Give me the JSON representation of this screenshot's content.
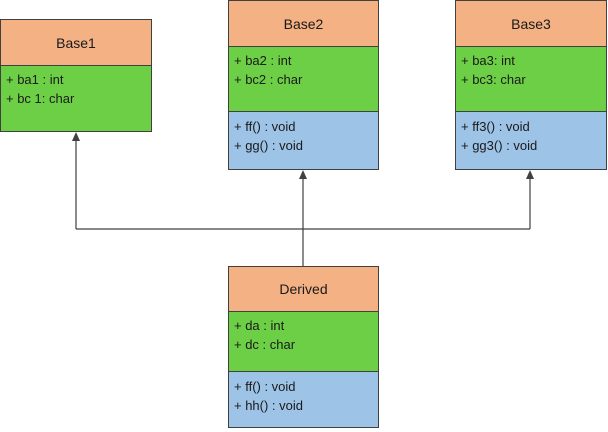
{
  "colors": {
    "header": "#f4b183",
    "attributes": "#6dcf45",
    "operations": "#9dc3e6",
    "line": "#404040"
  },
  "classes": [
    {
      "key": "base1",
      "name": "Base1",
      "attributes": [
        "+ ba1 : int",
        "+ bc 1: char"
      ],
      "operations": []
    },
    {
      "key": "base2",
      "name": "Base2",
      "attributes": [
        "+ ba2 : int",
        "+ bc2 : char"
      ],
      "operations": [
        "+ ff() : void",
        "+ gg() : void"
      ]
    },
    {
      "key": "base3",
      "name": "Base3",
      "attributes": [
        "+ ba3: int",
        "+ bc3: char"
      ],
      "operations": [
        "+ ff3() : void",
        "+ gg3() : void"
      ]
    },
    {
      "key": "derived",
      "name": "Derived",
      "attributes": [
        "+ da : int",
        "+ dc : char"
      ],
      "operations": [
        "+ ff() : void",
        "+ hh() : void"
      ]
    }
  ]
}
